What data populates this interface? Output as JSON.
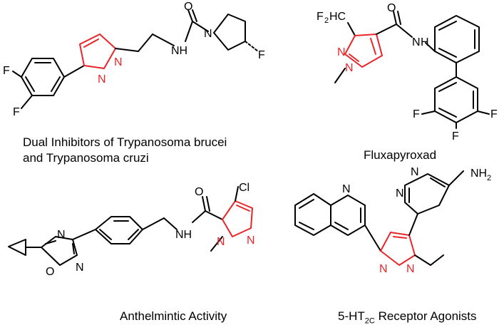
{
  "captions": {
    "compound1_line1": "Dual Inhibitors of Trypanosoma brucei",
    "compound1_line2": "and Trypanosoma cruzi",
    "compound2": "Fluxapyroxad",
    "compound3": "Anthelmintic Activity",
    "compound4_prefix": "5-HT",
    "compound4_sub": "2C",
    "compound4_suffix": " Receptor Agonists"
  },
  "atoms": {
    "c1_F_top": "F",
    "c1_F_bottom": "F",
    "c1_N1": "N",
    "c1_N2": "N",
    "c1_NH": "NH",
    "c1_O": "O",
    "c1_N_pyr": "N",
    "c1_F_pyr": "F",
    "c2_F2HC": "F",
    "c2_F2HC_sub": "2",
    "c2_F2HC_rest": "HC",
    "c2_N1": "N",
    "c2_N2": "N",
    "c2_O": "O",
    "c2_NH": "N",
    "c2_H": "H",
    "c2_F_left": "F",
    "c2_F_bottom": "F",
    "c2_F_right": "F",
    "c3_Cl": "Cl",
    "c3_O": "O",
    "c3_NH": "NH",
    "c3_N1": "N",
    "c3_N2": "N",
    "c3_ox_N1": "N",
    "c3_ox_N2": "N",
    "c3_ox_O": "O",
    "c4_NH2": "NH",
    "c4_NH2_sub": "2",
    "c4_pyd_N1": "N",
    "c4_pyd_N2": "N",
    "c4_quin_N": "N",
    "c4_pz_N1": "N",
    "c4_pz_N2": "N"
  },
  "colors": {
    "bond": "#000000",
    "pyrazole": "#e8262a"
  }
}
